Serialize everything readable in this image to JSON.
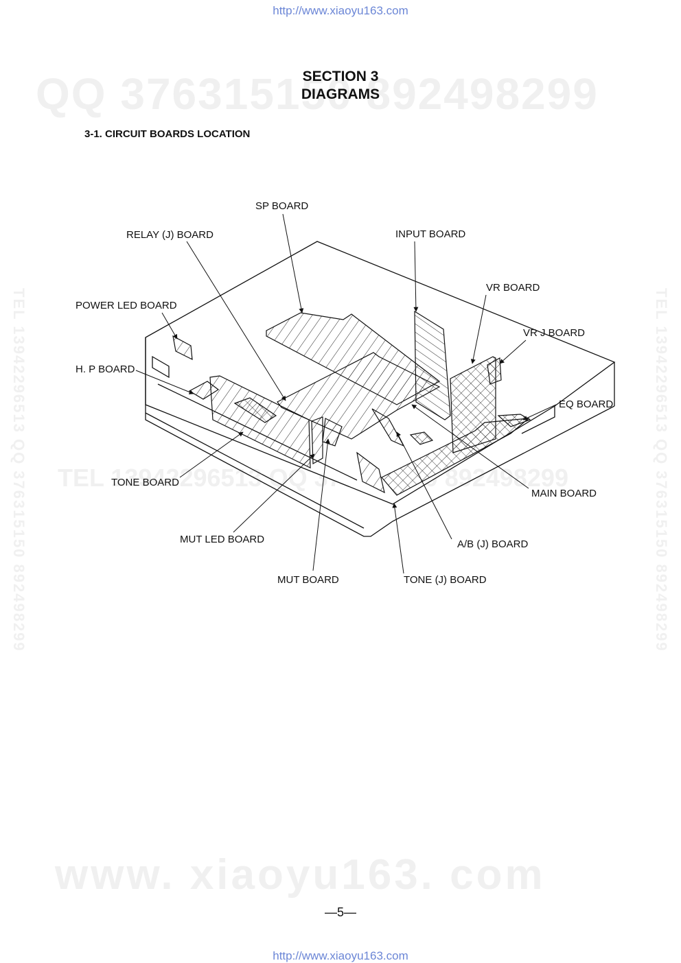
{
  "header": {
    "url": "http://www.xiaoyu163.com"
  },
  "footer": {
    "url": "http://www.xiaoyu163.com"
  },
  "watermarks": {
    "qq": "QQ 376315150  892498299",
    "tel_row": "TEL 13942296513   QQ 376315150  892498299",
    "www": "www. xiaoyu163. com",
    "vertical": "TEL 13942296513 QQ 376315150 892498299"
  },
  "section": {
    "line1": "SECTION 3",
    "line2": "DIAGRAMS"
  },
  "subsection": {
    "title": "3-1.  CIRCUIT BOARDS LOCATION"
  },
  "labels": {
    "sp": "SP BOARD",
    "relay": "RELAY (J) BOARD",
    "input": "INPUT BOARD",
    "vr": "VR BOARD",
    "power_led": "POWER LED BOARD",
    "vrj": "VR J BOARD",
    "hp": "H. P BOARD",
    "eq": "EQ BOARD",
    "tone": "TONE BOARD",
    "main": "MAIN BOARD",
    "mut_led": "MUT LED BOARD",
    "ab": "A/B (J) BOARD",
    "mut": "MUT BOARD",
    "tonej": "TONE (J) BOARD"
  },
  "page_number": "—5—"
}
